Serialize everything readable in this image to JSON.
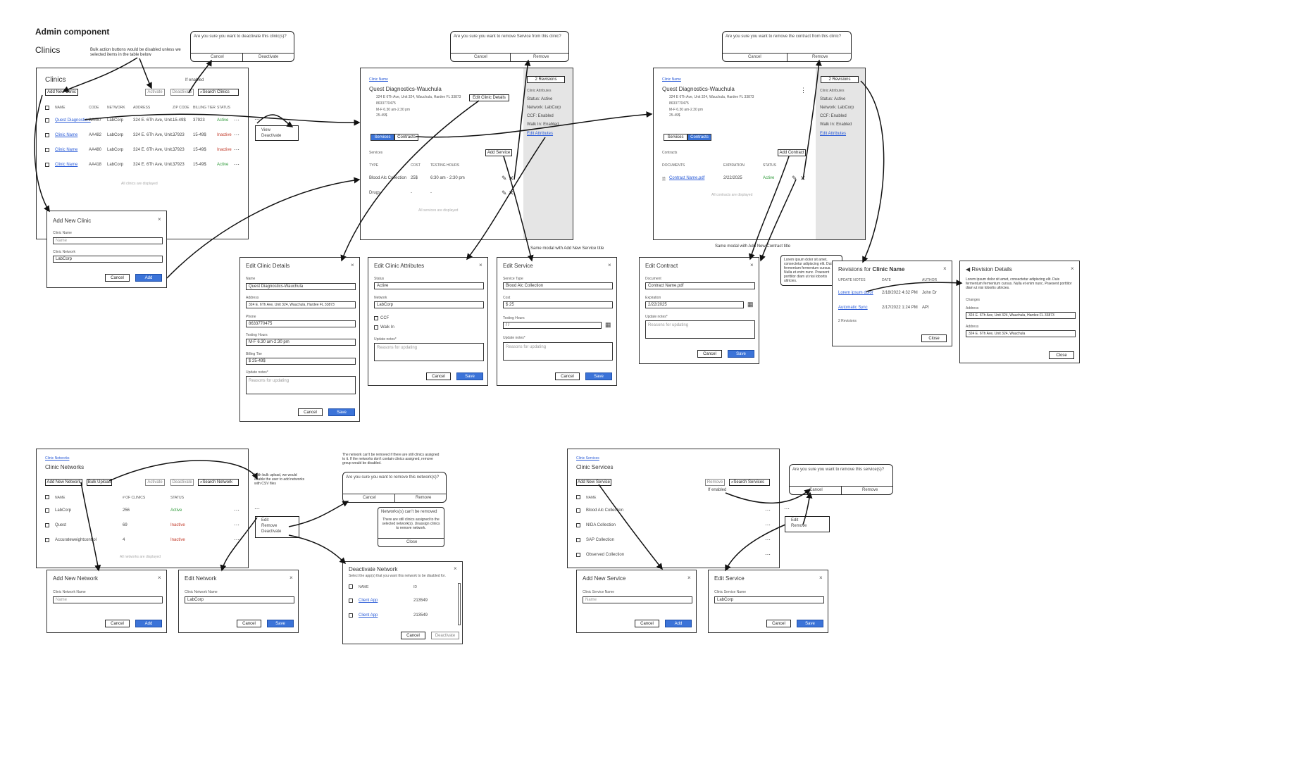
{
  "header": {
    "title": "Admin component",
    "section": "Clinics"
  },
  "notes": {
    "bulk": "Bulk action buttons would be disabled unless we selected items in the table below",
    "if_enabled": "If enabled",
    "same_modal_service": "Same modal with Add New Service title",
    "same_modal_contract": "Same modal with Add New Contract title",
    "bulk_upload": "With bulk upload, we would enable the user to add networks with CSV files",
    "network_remove": "The network can't be removed if there are still clinics assigned to it. If the networks don't contain clinics assigned, remove group would be disabled.",
    "lorem": "Lorem ipsum dolor sit amet, consectetur adipiscing elit. Duis fermentum fermentum cursus. Nulla et enim nunc. Praesent porttitor diam ut nisi lobortis ultricies.",
    "if_enabled2": "If enabled"
  },
  "confirm": {
    "deactivate_clinic": "Are you sure you want to deactivate this clinic(s)?",
    "remove_service": "Are you sure you want to remove Service from this clinic?",
    "remove_contract": "Are you sure you want to remove the contract from this clinic?",
    "remove_network": "Are you sure you want to remove this network(s)?",
    "remove_clinic_service": "Are you sure you want to remove this service(s)?",
    "cancel": "Cancel",
    "deactivate": "Deactivate",
    "remove": "Remove"
  },
  "clinics": {
    "title": "Clinics",
    "add": "Add New Clinic",
    "activate": "Activate",
    "deactivate": "Deactivate",
    "search": "Search Clinics",
    "headers": [
      "NAME",
      "CODE",
      "NETWORK",
      "ADDRESS",
      "ZIP CODE",
      "BILLING TIER",
      "STATUS"
    ],
    "rows": [
      [
        "Quest Diagnostic...",
        "AA457",
        "LabCorp",
        "324 E. 6Th Ave, Unit...",
        "37923",
        "15-49$",
        "Active"
      ],
      [
        "Clinic Name",
        "AA482",
        "LabCorp",
        "324 E. 6Th Ave, Unit...",
        "37923",
        "15-49$",
        "Inactive"
      ],
      [
        "Clinic Name",
        "AA480",
        "LabCorp",
        "324 E. 6Th Ave, Unit...",
        "37923",
        "15-49$",
        "Inactive"
      ],
      [
        "Clinic Name",
        "AA418",
        "LabCorp",
        "324 E. 6Th Ave, Unit...",
        "37923",
        "15-49$",
        "Active"
      ]
    ],
    "empty": "All clinics are displayed",
    "row_menu": [
      "View",
      "Deactivate"
    ]
  },
  "add_clinic": {
    "title": "Add New Clinic",
    "name_label": "Clinic Name",
    "name_ph": "Name",
    "net_label": "Clinic Network",
    "net_val": "LabCorp",
    "cancel": "Cancel",
    "add": "Add"
  },
  "detail": {
    "crumb": "Clinic Name",
    "name": "Quest Diagnostics-Wauchula",
    "address": "324 E 6Th Ave, Unit 324, Wauchula, Hardee FL 33873",
    "phone": "8633770475",
    "hours": "M-F 6.30 am-2.30 pm",
    "price": "25-49$",
    "edit_btn": "Edit Clinic Details",
    "revisions": "2 Revisions",
    "attr_title": "Clinic Attributes",
    "status": "Status: Active",
    "network": "Network: LabCorp",
    "ccf": "CCF: Enabled",
    "walkin": "Walk In: Enabled",
    "edit_attr": "Edit Attributes",
    "tab_services": "Services",
    "tab_contracts": "Contracts",
    "services_label": "Services",
    "add_service": "Add Service",
    "svc_headers": [
      "TYPE",
      "COST",
      "TESTING HOURS"
    ],
    "svc_rows": [
      [
        "Blood Alc Collection",
        "25$",
        "6:30 am - 2:30 pm"
      ],
      [
        "Drugs",
        "-",
        "-"
      ]
    ],
    "svc_empty": "All services are displayed",
    "contracts_label": "Contracts",
    "add_contract": "Add Contract",
    "con_headers": [
      "DOCUMENTS",
      "EXPIRATION",
      "STATUS"
    ],
    "con_row": [
      "Contract Name.pdf",
      "2/22/2025",
      "Active"
    ],
    "con_empty": "All contracts are displayed"
  },
  "edit_details": {
    "title": "Edit Clinic Details",
    "name_label": "Name",
    "name": "Quest Diagnostics-Wauchula",
    "addr_label": "Address",
    "addr": "324 E. 6Th Ave, Unit 324, Wauchula, Hardee FL 33873",
    "phone_label": "Phone",
    "phone": "8633770475",
    "hours_label": "Testing Hours",
    "hours": "M-F 6.30 am-2.30 pm",
    "tier_label": "Billing Tier",
    "tier": "$ 25-49$",
    "notes_label": "Update notes*",
    "notes_ph": "Reasons for updating",
    "cancel": "Cancel",
    "save": "Save"
  },
  "edit_attrs": {
    "title": "Edit Clinic Attributes",
    "status_label": "Status",
    "status": "Active",
    "net_label": "Network",
    "net": "LabCorp",
    "ccf": "CCF",
    "walkin": "Walk In",
    "notes_label": "Update notes*",
    "notes_ph": "Reasons for updating",
    "cancel": "Cancel",
    "save": "Save"
  },
  "edit_service": {
    "title": "Edit Service",
    "type_label": "Service Type",
    "type": "Blood Alc Collection",
    "cost_label": "Cost",
    "cost": "$ 25",
    "hours_label": "Testing Hours",
    "hours": "/ /",
    "notes_label": "Update notes*",
    "notes_ph": "Reasons for updating",
    "cancel": "Cancel",
    "save": "Save"
  },
  "edit_contract": {
    "title": "Edit Contract",
    "doc_label": "Document",
    "doc": "Contract Name.pdf",
    "exp_label": "Expiration",
    "exp": "2/22/2025",
    "notes_label": "Update notes*",
    "notes_ph": "Reasons for updating",
    "cancel": "Cancel",
    "save": "Save"
  },
  "revisions": {
    "title": "Revisions for",
    "title_bold": "Clinic Name",
    "headers": [
      "UPDATE NOTES",
      "DATE",
      "AUTHOR"
    ],
    "rows": [
      [
        "Lorem ipsum dolor",
        "2/18/2022 4:32 PM",
        "John Dr"
      ],
      [
        "Automatic Sync",
        "2/17/2022 1:24 PM",
        "API"
      ]
    ],
    "count": "2 Revisions",
    "close": "Close"
  },
  "rev_detail": {
    "title": "Revision Details",
    "text": "Lorem ipsum dolor sit amet, consectetur adipiscing elit. Duis fermentum fermentum cursus. Nulla et enim nunc. Praesent porttitor diam ut nisi lobortis ultricies.",
    "changes": "Changes",
    "addr_label": "Address",
    "addr1": "324 E. 6Th Ave, Unit 324, Wauchula, Hardee FL 33873",
    "addr2": "324 E. 6Th Ave, Unit 324, Wauchula",
    "close": "Close"
  },
  "networks": {
    "crumb": "Clinic Networks",
    "title": "Clinic Networks",
    "add": "Add New Network",
    "bulk": "Bulk Upload",
    "activate": "Activate",
    "deactivate": "Deactivate",
    "search": "Search Network",
    "headers": [
      "NAME",
      "# OF CLINICS",
      "STATUS"
    ],
    "rows": [
      [
        "LabCorp",
        "256",
        "Active"
      ],
      [
        "Quest",
        "69",
        "Inactive"
      ],
      [
        "Accurateweightcontrol",
        "4",
        "Inactive"
      ]
    ],
    "empty": "All networks are displayed",
    "row_menu": [
      "Edit",
      "Remove",
      "Deactivate"
    ]
  },
  "add_network": {
    "title": "Add New Network",
    "label": "Clinic Network Name",
    "ph": "Name",
    "cancel": "Cancel",
    "add": "Add"
  },
  "edit_network": {
    "title": "Edit Network",
    "label": "Clinic Network Name",
    "val": "LabCorp",
    "cancel": "Cancel",
    "save": "Save"
  },
  "cant_remove": {
    "title": "Networks(s) can't be removed",
    "text": "There are still clinics assigned to the selected network(s). Unassign clinics to remove network.",
    "close": "Close"
  },
  "deactivate_network": {
    "title": "Deactivate Network",
    "sub": "Select the app(s) that you want this network to be disabled for.",
    "headers": [
      "NAME",
      "ID"
    ],
    "rows": [
      [
        "Client App",
        "213549"
      ],
      [
        "Client App",
        "213549"
      ]
    ],
    "cancel": "Cancel",
    "deactivate": "Deactivate"
  },
  "services": {
    "crumb": "Clinic Services",
    "title": "Clinic Services",
    "add": "Add New Service",
    "remove": "Remove",
    "search": "Search Services",
    "headers": [
      "NAME"
    ],
    "rows": [
      "Blood Alc Collection",
      "NIDA Collection",
      "SAP Collection",
      "Observed Collection"
    ],
    "row_menu": [
      "Edit",
      "Remove"
    ]
  },
  "add_service": {
    "title": "Add New Service",
    "label": "Clinic Service Name",
    "ph": "Name",
    "cancel": "Cancel",
    "add": "Add"
  },
  "edit_service2": {
    "title": "Edit Service",
    "label": "Clinic Service Name",
    "val": "LabCorp",
    "cancel": "Cancel",
    "save": "Save"
  }
}
